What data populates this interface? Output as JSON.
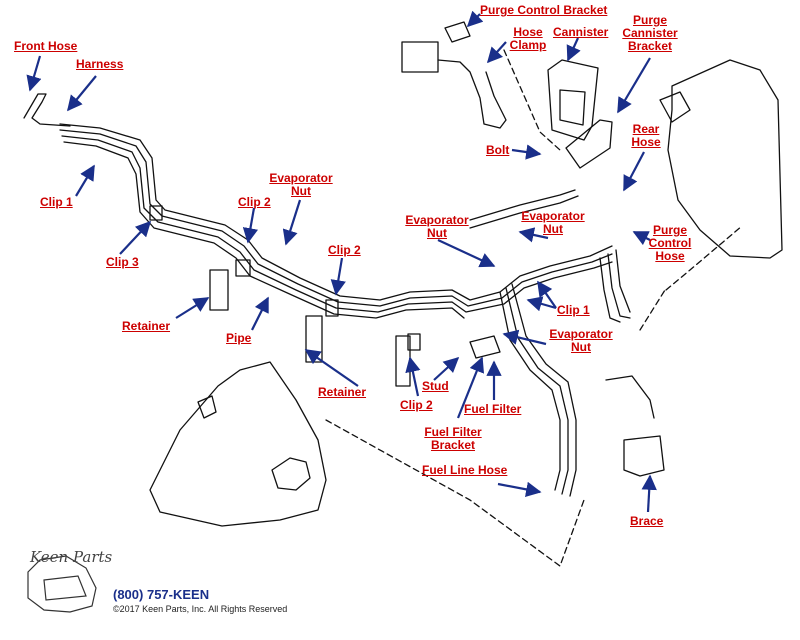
{
  "diagram": {
    "labels": {
      "front_hose": "Front Hose",
      "harness": "Harness",
      "purge_control_bracket": "Purge Control Bracket",
      "hose_clamp_1": "Hose",
      "hose_clamp_2": "Clamp",
      "cannister": "Cannister",
      "purge_cannister_bracket_1": "Purge",
      "purge_cannister_bracket_2": "Cannister",
      "purge_cannister_bracket_3": "Bracket",
      "bolt": "Bolt",
      "rear_hose_1": "Rear",
      "rear_hose_2": "Hose",
      "clip1_left": "Clip 1",
      "evap_nut_a_1": "Evaporator",
      "evap_nut_a_2": "Nut",
      "clip2_a": "Clip 2",
      "evap_nut_b_1": "Evaporator",
      "evap_nut_b_2": "Nut",
      "evap_nut_c_1": "Evaporator",
      "evap_nut_c_2": "Nut",
      "purge_control_hose_1": "Purge",
      "purge_control_hose_2": "Control",
      "purge_control_hose_3": "Hose",
      "clip3": "Clip 3",
      "clip2_b": "Clip 2",
      "retainer_a": "Retainer",
      "pipe": "Pipe",
      "clip1_right": "Clip 1",
      "evap_nut_d_1": "Evaporator",
      "evap_nut_d_2": "Nut",
      "retainer_b": "Retainer",
      "stud": "Stud",
      "clip2_c": "Clip 2",
      "fuel_filter": "Fuel Filter",
      "fuel_filter_bracket_1": "Fuel Filter",
      "fuel_filter_bracket_2": "Bracket",
      "fuel_line_hose": "Fuel Line Hose",
      "brace": "Brace"
    }
  },
  "footer": {
    "logo": "Keen Parts",
    "phone": "(800) 757-KEEN",
    "copyright": "©2017 Keen Parts, Inc. All Rights Reserved"
  }
}
